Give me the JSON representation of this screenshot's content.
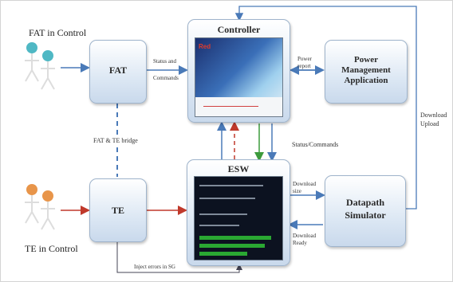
{
  "actors": {
    "fat_label": "FAT in Control",
    "te_label": "TE in Control"
  },
  "boxes": {
    "fat": "FAT",
    "te": "TE",
    "controller": "Controller",
    "esw": "ESW",
    "pma_line1": "Power",
    "pma_line2": "Management",
    "pma_line3": "Application",
    "dps_line1": "Datapath",
    "dps_line2": "Simulator"
  },
  "edges": {
    "fat_ctrl_1": "Status and",
    "fat_ctrl_2": "Commands",
    "fat_te_bridge": "FAT & TE bridge",
    "power_1": "Power",
    "power_2": "report",
    "status_commands": "Status/Commands",
    "download_1": "Download",
    "download_2": "Upload",
    "dl_size_1": "Download",
    "dl_size_2": "size",
    "dl_ready_1": "Download",
    "dl_ready_2": "Ready",
    "inject": "Inject errors in SG"
  },
  "colors": {
    "blue_arrow": "#4a7ab8",
    "red_arrow": "#c0392b",
    "green_arrow": "#3c9a3c",
    "fat_person": "#4fb8c4",
    "te_person": "#e8954a"
  },
  "controller_screen": {
    "brand": "Red"
  }
}
